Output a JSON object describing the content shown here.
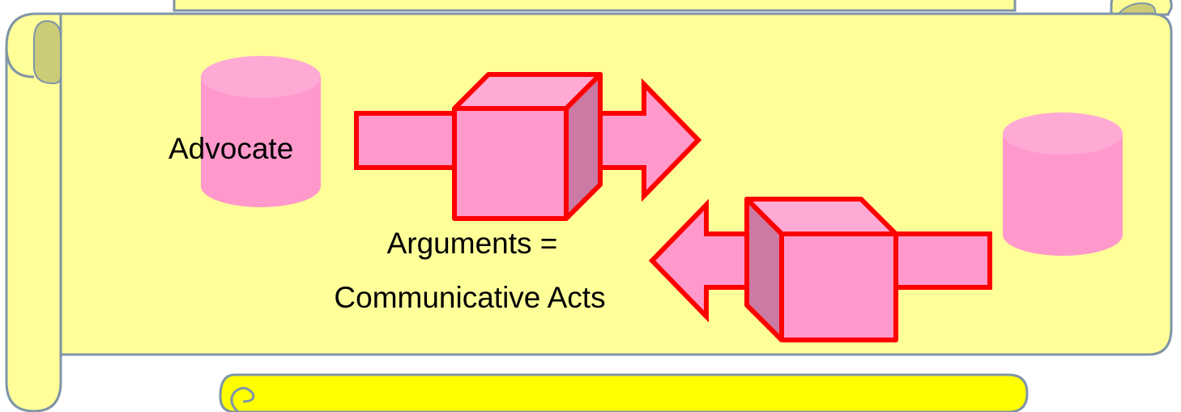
{
  "labels": {
    "advocate": "Advocate",
    "arguments_line1": "Arguments =",
    "arguments_line2": "Communicative Acts"
  },
  "colors": {
    "scroll_fill": "#ffff99",
    "scroll_shade": "#cccc77",
    "scroll_stroke": "#7f95a6",
    "banner_fill": "#ffff00",
    "pink_fill": "#ff99cc",
    "pink_light": "#ffaad5",
    "pink_side": "#cc7aa3",
    "red_stroke": "#ff0000",
    "text": "#000000"
  }
}
